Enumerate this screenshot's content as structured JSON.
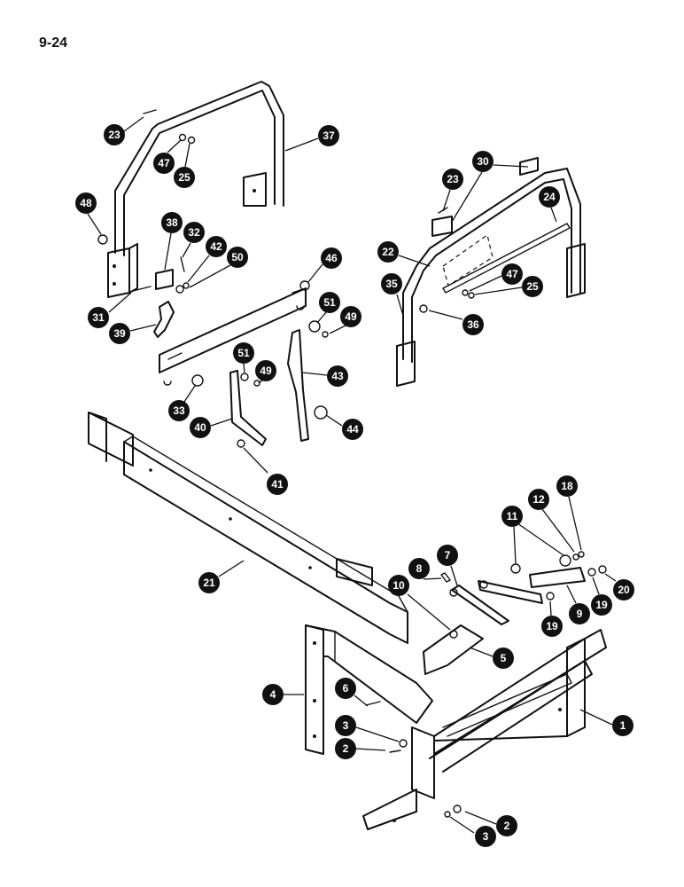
{
  "page_number": "9-24",
  "callouts": [
    {
      "id": "c1",
      "label": "1"
    },
    {
      "id": "c2a",
      "label": "2"
    },
    {
      "id": "c2b",
      "label": "2"
    },
    {
      "id": "c3a",
      "label": "3"
    },
    {
      "id": "c3b",
      "label": "3"
    },
    {
      "id": "c4",
      "label": "4"
    },
    {
      "id": "c5",
      "label": "5"
    },
    {
      "id": "c6",
      "label": "6"
    },
    {
      "id": "c7",
      "label": "7"
    },
    {
      "id": "c8",
      "label": "8"
    },
    {
      "id": "c9",
      "label": "9"
    },
    {
      "id": "c10",
      "label": "10"
    },
    {
      "id": "c11",
      "label": "11"
    },
    {
      "id": "c12",
      "label": "12"
    },
    {
      "id": "c18",
      "label": "18"
    },
    {
      "id": "c19a",
      "label": "19"
    },
    {
      "id": "c19b",
      "label": "19"
    },
    {
      "id": "c20",
      "label": "20"
    },
    {
      "id": "c21",
      "label": "21"
    },
    {
      "id": "c22",
      "label": "22"
    },
    {
      "id": "c23a",
      "label": "23"
    },
    {
      "id": "c23b",
      "label": "23"
    },
    {
      "id": "c24",
      "label": "24"
    },
    {
      "id": "c25a",
      "label": "25"
    },
    {
      "id": "c25b",
      "label": "25"
    },
    {
      "id": "c30",
      "label": "30"
    },
    {
      "id": "c31",
      "label": "31"
    },
    {
      "id": "c32",
      "label": "32"
    },
    {
      "id": "c33",
      "label": "33"
    },
    {
      "id": "c35",
      "label": "35"
    },
    {
      "id": "c36",
      "label": "36"
    },
    {
      "id": "c37",
      "label": "37"
    },
    {
      "id": "c38",
      "label": "38"
    },
    {
      "id": "c39",
      "label": "39"
    },
    {
      "id": "c40",
      "label": "40"
    },
    {
      "id": "c41",
      "label": "41"
    },
    {
      "id": "c42",
      "label": "42"
    },
    {
      "id": "c43",
      "label": "43"
    },
    {
      "id": "c44",
      "label": "44"
    },
    {
      "id": "c46",
      "label": "46"
    },
    {
      "id": "c47a",
      "label": "47"
    },
    {
      "id": "c47b",
      "label": "47"
    },
    {
      "id": "c48",
      "label": "48"
    },
    {
      "id": "c49a",
      "label": "49"
    },
    {
      "id": "c49b",
      "label": "49"
    },
    {
      "id": "c50",
      "label": "50"
    },
    {
      "id": "c51a",
      "label": "51"
    },
    {
      "id": "c51b",
      "label": "51"
    }
  ]
}
